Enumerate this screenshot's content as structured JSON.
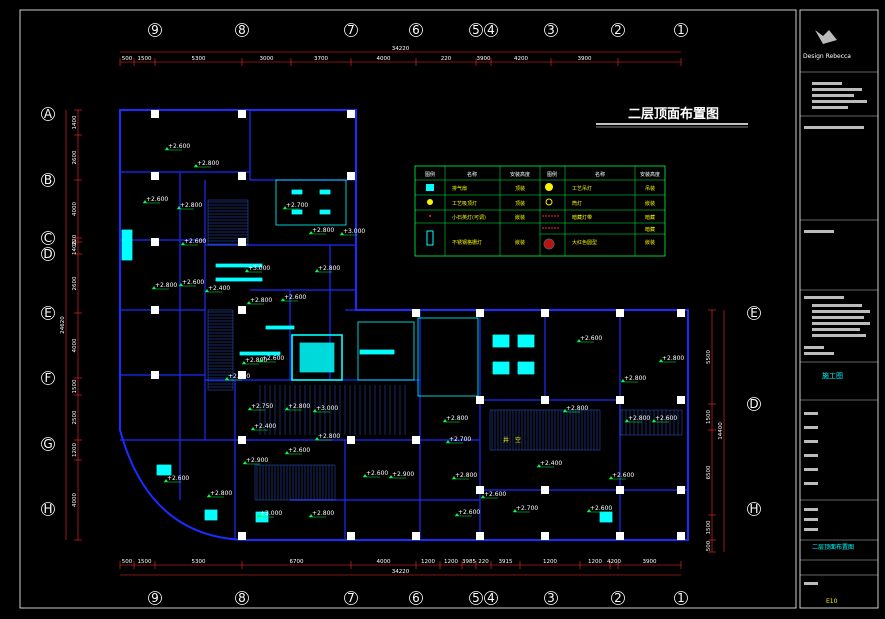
{
  "title": "二层顶面布置图",
  "grid_top": [
    "9",
    "8",
    "7",
    "6",
    "5",
    "4",
    "3",
    "2",
    "1"
  ],
  "grid_left": [
    "A",
    "B",
    "C",
    "D",
    "E",
    "F",
    "G",
    "H"
  ],
  "grid_right": [
    "E",
    "D",
    "H"
  ],
  "dims_top_total": "34220",
  "dims_top": [
    "500",
    "1500",
    "5300",
    "3000",
    "3700",
    "4000",
    "220",
    "3900",
    "4200",
    "3900"
  ],
  "dims_bottom_total": "34220",
  "dims_bottom": [
    "500",
    "1500",
    "5300",
    "6700",
    "4000",
    "1200",
    "1200",
    "3985",
    "220",
    "3915",
    "1200",
    "1200",
    "4200",
    "3900"
  ],
  "dims_left_total": "24620",
  "dims_left": [
    "1400",
    "2600",
    "4000",
    "220",
    "1400",
    "2600",
    "4000",
    "1500",
    "2500",
    "1200",
    "4000"
  ],
  "dims_right_total": "14400",
  "dims_right": [
    "5500",
    "1500",
    "6500",
    "1500",
    "500"
  ],
  "legend": {
    "headers": [
      "图例",
      "名称",
      "安装高度",
      "图例",
      "名称",
      "安装高度"
    ],
    "rows": [
      [
        "排气扇",
        "顶装",
        "工艺吊灯",
        "吊装"
      ],
      [
        "工艺吸顶灯",
        "顶装",
        "筒灯",
        "嵌装"
      ],
      [
        "小石英灯(可调)",
        "嵌装",
        "暗藏灯带",
        "暗藏"
      ],
      [
        "",
        "",
        "",
        "暗藏"
      ],
      [
        "不锈钢格栅灯",
        "嵌装",
        "大红色圆型",
        "嵌装"
      ]
    ]
  },
  "elevations": [
    "+2.600",
    "+2.800",
    "+2.600",
    "+2.800",
    "+2.700",
    "+2.800",
    "+3.000",
    "+2.600",
    "+2.800",
    "+2.600",
    "+2.400",
    "+2.800",
    "+2.600",
    "+2.800",
    "+3.000",
    "+2.750",
    "+2.800",
    "+3.000",
    "+2.800",
    "+2.600",
    "+2.800",
    "+2.400",
    "+2.800",
    "+2.600",
    "+2.900",
    "+2.600",
    "+2.800",
    "+3.000",
    "+2.800",
    "+2.600",
    "+2.900",
    "+2.800",
    "+2.700",
    "+2.800",
    "+2.600",
    "+2.700",
    "+2.400",
    "+2.800",
    "+2.600",
    "+2.600",
    "+2.800",
    "+2.600",
    "+2.800",
    "+2.800",
    "+2.600",
    "+2.600"
  ],
  "void_label": "井　空",
  "title_block": {
    "company": "Design Rebecca",
    "stamp": "施工图",
    "drawing_name": "二层顶面布置图",
    "sheet": "E10"
  },
  "colors": {
    "wall": "#1a2cff",
    "grid_line": "#ff2a2a",
    "dim_text": "#ffffff",
    "accent_cyan": "#00ffff",
    "accent_green": "#00ff40",
    "accent_yellow": "#f5f500",
    "background": "#000000"
  }
}
